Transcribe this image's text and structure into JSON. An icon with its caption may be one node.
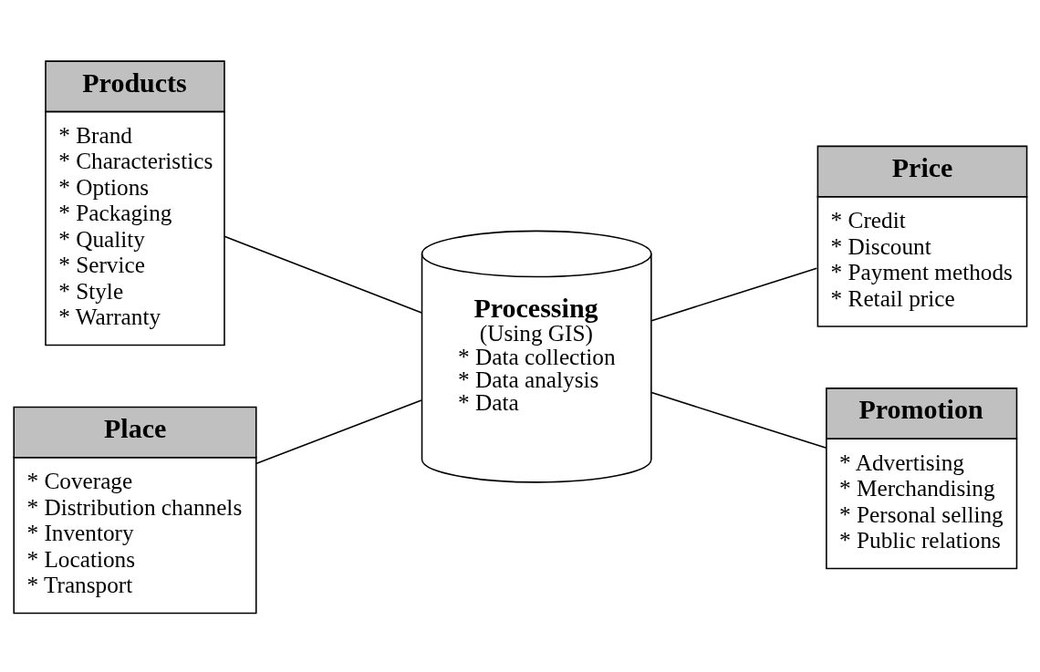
{
  "diagram": {
    "nodes": [
      {
        "text": [
          "Products",
          "* Brand",
          "* Characteristics",
          "* Options",
          "* Packaging",
          "* Quality",
          "* Service",
          "* Style",
          "* Warranty"
        ]
      },
      {
        "text": [
          "Price",
          "* Credit",
          "* Discount",
          "* Payment methods",
          "* Retail price"
        ]
      },
      {
        "text": [
          "Processing",
          "(Using GIS)",
          "* Data collection",
          "* Data analysis",
          "* Data"
        ]
      },
      {
        "text": [
          "Place",
          "* Coverage",
          "* Distribution channels",
          "* Inventory",
          "* Locations",
          "* Transport"
        ]
      },
      {
        "text": [
          "Promotion",
          "* Advertising",
          "* Merchandising",
          "* Personal selling",
          "* Public relations"
        ]
      }
    ],
    "edges": [
      {
        "from": 0,
        "to": 2,
        "arrow": "none"
      },
      {
        "from": 3,
        "to": 2,
        "arrow": "none"
      },
      {
        "from": 2,
        "to": 1,
        "arrow": "none"
      },
      {
        "from": 2,
        "to": 4,
        "arrow": "none"
      }
    ]
  }
}
